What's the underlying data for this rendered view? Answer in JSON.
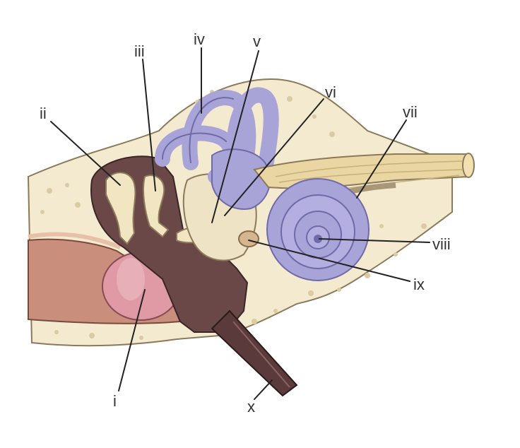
{
  "labels": {
    "i": "i",
    "ii": "ii",
    "iii": "iii",
    "iv": "iv",
    "v": "v",
    "vi": "vi",
    "vii": "vii",
    "viii": "viii",
    "ix": "ix",
    "x": "x"
  },
  "colors": {
    "bone": "#f3ead0",
    "bone_speckle": "#ddc9a0",
    "skin": "#d9a890",
    "cavity": "#6b4a4a",
    "labyrinth": "#a9a4d8",
    "labyrinth_dark": "#6f6aa8",
    "ossicle": "#f2e6c2",
    "eardrum": "#d98a9a",
    "nerve": "#e8d4a0"
  }
}
